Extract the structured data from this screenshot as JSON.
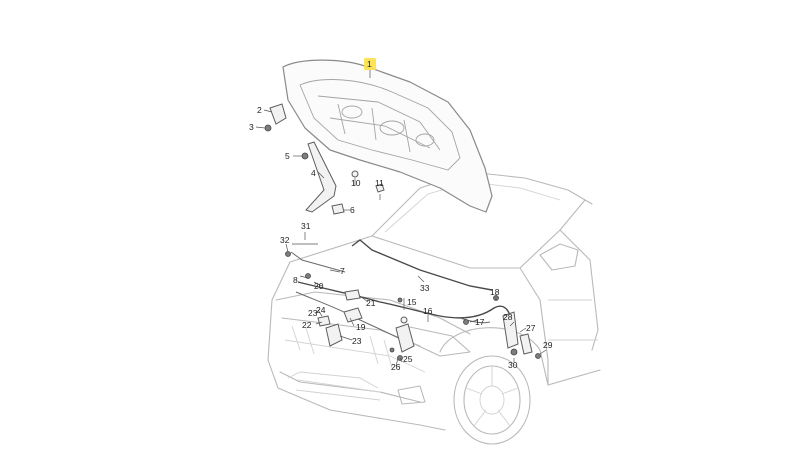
{
  "callouts": [
    {
      "id": "1",
      "highlight": true
    },
    {
      "id": "2"
    },
    {
      "id": "3"
    },
    {
      "id": "4"
    },
    {
      "id": "5"
    },
    {
      "id": "6"
    },
    {
      "id": "7"
    },
    {
      "id": "8"
    },
    {
      "id": "10"
    },
    {
      "id": "11"
    },
    {
      "id": "15"
    },
    {
      "id": "16"
    },
    {
      "id": "17"
    },
    {
      "id": "18"
    },
    {
      "id": "19"
    },
    {
      "id": "20"
    },
    {
      "id": "21"
    },
    {
      "id": "22"
    },
    {
      "id": "23a",
      "label": "23"
    },
    {
      "id": "23b",
      "label": "23"
    },
    {
      "id": "24"
    },
    {
      "id": "25"
    },
    {
      "id": "26"
    },
    {
      "id": "27"
    },
    {
      "id": "28"
    },
    {
      "id": "29"
    },
    {
      "id": "30"
    },
    {
      "id": "31"
    },
    {
      "id": "32"
    },
    {
      "id": "33"
    }
  ],
  "colors": {
    "highlight": "#ffe24d",
    "linework": "#5e5e5e",
    "background": "#ffffff"
  }
}
